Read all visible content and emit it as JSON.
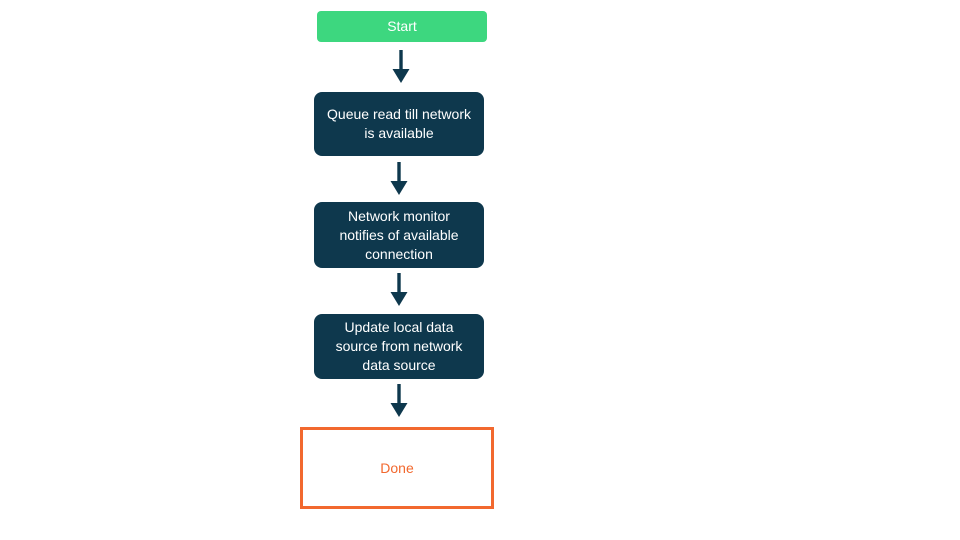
{
  "colors": {
    "canvas-bg": "#ffffff",
    "start-bg": "#3dd77f",
    "process-bg": "#0e384d",
    "node-text": "#ffffff",
    "done-border": "#f2682e",
    "done-text": "#f2682e",
    "arrow": "#0e384d"
  },
  "diagram": {
    "type": "flowchart",
    "direction": "top-down",
    "nodes": [
      {
        "id": "start",
        "type": "start",
        "label": "Start"
      },
      {
        "id": "queue-read",
        "type": "process",
        "label": "Queue read till network is available"
      },
      {
        "id": "network-monitor",
        "type": "process",
        "label": "Network monitor notifies of available connection"
      },
      {
        "id": "update-local",
        "type": "process",
        "label": "Update local data source from network data source"
      },
      {
        "id": "done",
        "type": "end",
        "label": "Done"
      }
    ],
    "edges": [
      {
        "from": "start",
        "to": "queue-read"
      },
      {
        "from": "queue-read",
        "to": "network-monitor"
      },
      {
        "from": "network-monitor",
        "to": "update-local"
      },
      {
        "from": "update-local",
        "to": "done"
      }
    ]
  }
}
